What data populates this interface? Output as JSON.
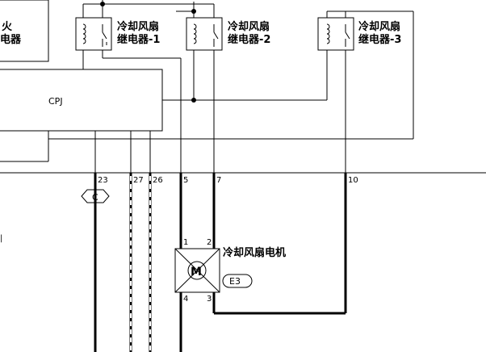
{
  "relays": [
    {
      "line1": "冷却风扇",
      "line2": "继电器-1"
    },
    {
      "line1": "冷却风扇",
      "line2": "继电器-2"
    },
    {
      "line1": "冷却风扇",
      "line2": "继电器-3"
    }
  ],
  "partial_label": {
    "line1": "火",
    "line2": "电器"
  },
  "cpj_label": "CPJ",
  "pins": {
    "p23": "23",
    "p27": "27",
    "p26": "26",
    "p5": "5",
    "p7": "7",
    "p10": "10"
  },
  "connector_c": "C",
  "motor": {
    "label": "冷却风扇电机",
    "symbol": "M",
    "connector": "E3",
    "pin1": "1",
    "pin2": "2",
    "pin3": "3",
    "pin4": "4"
  },
  "left_edge_mark": "|"
}
